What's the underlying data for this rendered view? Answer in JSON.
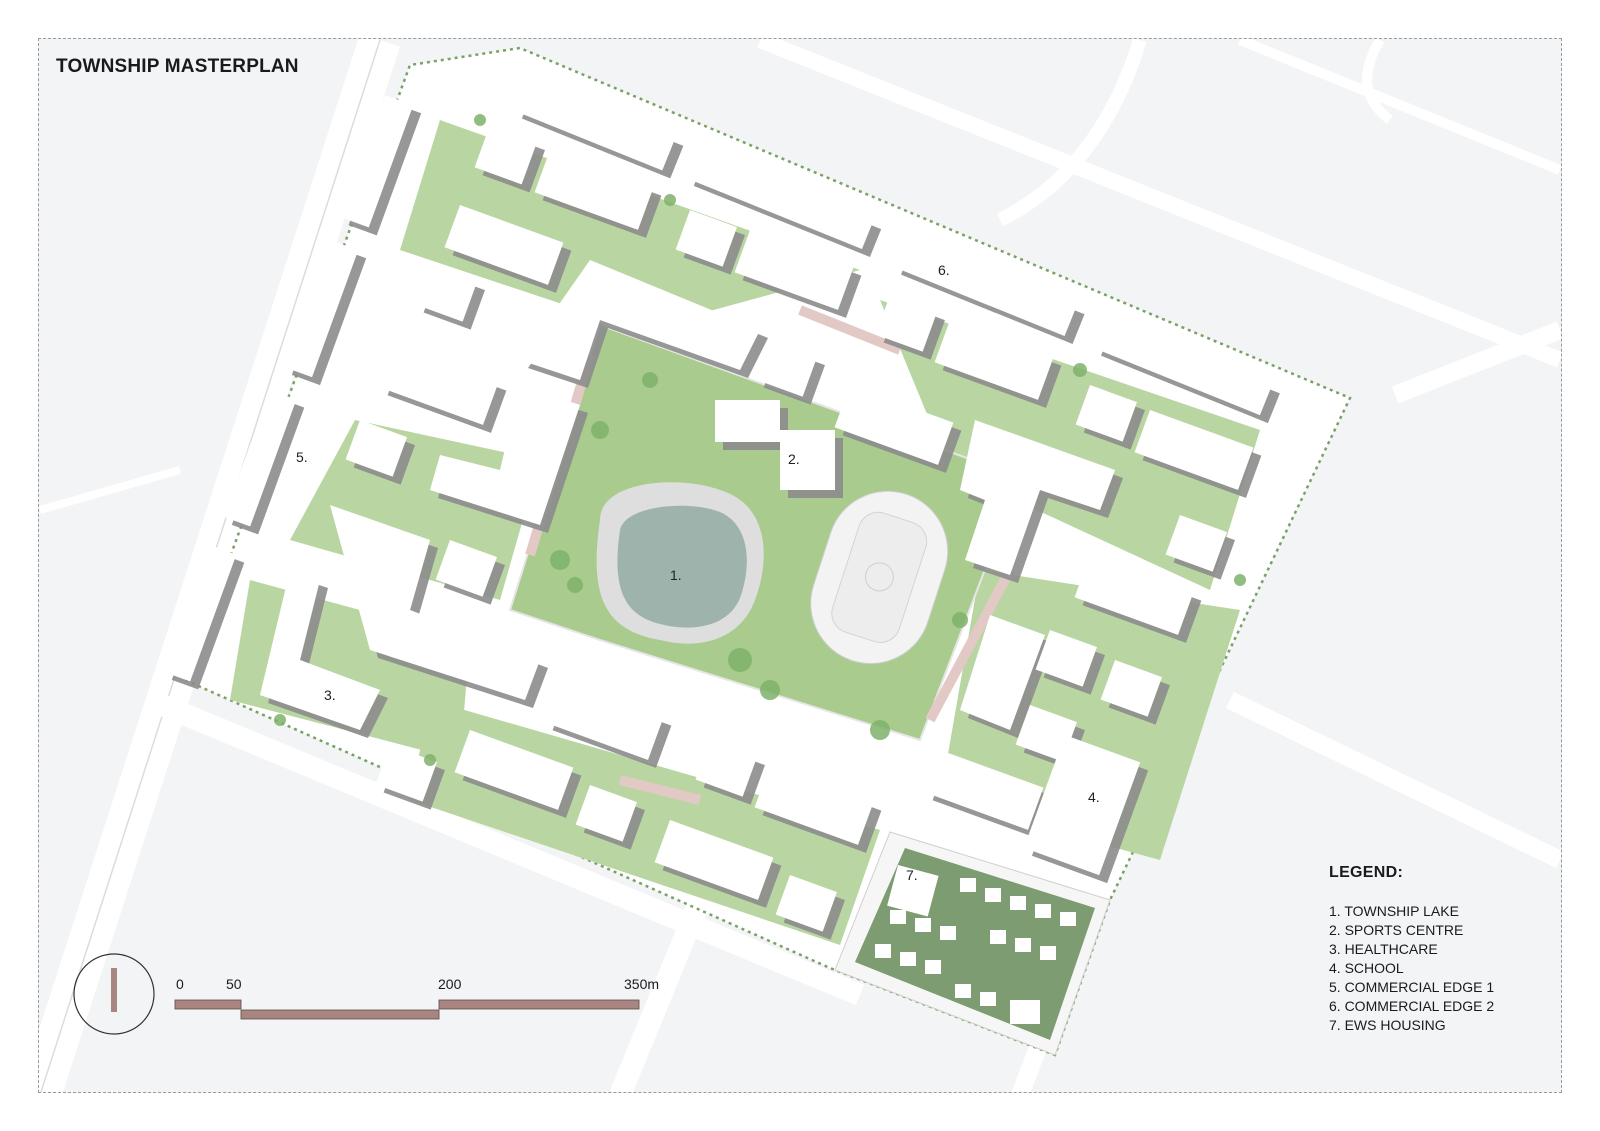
{
  "title": "TOWNSHIP MASTERPLAN",
  "legend": {
    "heading": "LEGEND:",
    "items": [
      "1. TOWNSHIP LAKE",
      "2. SPORTS CENTRE",
      "3. HEALTHCARE",
      "4. SCHOOL",
      "5. COMMERCIAL EDGE 1",
      "6. COMMERCIAL EDGE 2",
      "7. EWS HOUSING"
    ]
  },
  "zones": {
    "lake": "1.",
    "sports": "2.",
    "healthcare": "3.",
    "school": "4.",
    "commercial1": "5.",
    "commercial2": "6.",
    "ews": "7."
  },
  "scale": {
    "labels": [
      "0",
      "50",
      "200",
      "350m"
    ]
  },
  "colors": {
    "background": "#f3f4f6",
    "road": "#ffffff",
    "grass": "#a9cc8e",
    "grass_light": "#c4dcb0",
    "building": "#ffffff",
    "shadow": "#8a8a8a",
    "path": "#e3c9c6",
    "water": "#9fb3ad",
    "scale_bar": "#a88580",
    "ews": "#7d9c72"
  }
}
